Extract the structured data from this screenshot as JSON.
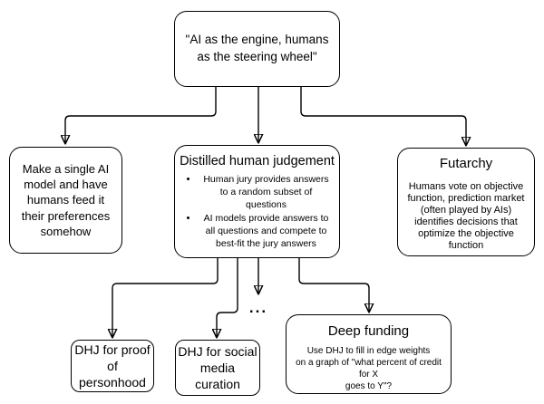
{
  "colors": {
    "background": "#ffffff",
    "node_fill": "#ffffff",
    "stroke": "#000000",
    "text": "#000000"
  },
  "diagram": {
    "root": {
      "label": "\"AI as the engine, humans as the steering wheel\""
    },
    "level1": [
      {
        "key": "single-ai-model",
        "body": "Make a single AI model and have humans feed it their preferences somehow"
      },
      {
        "key": "distilled-human-judgement",
        "title": "Distilled human judgement",
        "bullets": [
          "Human jury provides answers to a random subset of questions",
          "AI models provide answers to all questions and compete to best-fit the jury answers"
        ]
      },
      {
        "key": "futarchy",
        "title": "Futarchy",
        "body": "Humans vote on objective function, prediction market (often played by AIs) identifies decisions that optimize the objective function"
      }
    ],
    "level2": [
      {
        "key": "dhj-proof-of-personhood",
        "label": "DHJ for proof of personhood"
      },
      {
        "key": "dhj-social-media-curation",
        "label": "DHJ for social media curation"
      },
      {
        "key": "deep-funding",
        "title": "Deep funding",
        "body": "Use DHJ to fill in edge weights\non a graph of \"what percent of credit for X\ngoes to Y\"?"
      }
    ],
    "ellipsis": "..."
  }
}
